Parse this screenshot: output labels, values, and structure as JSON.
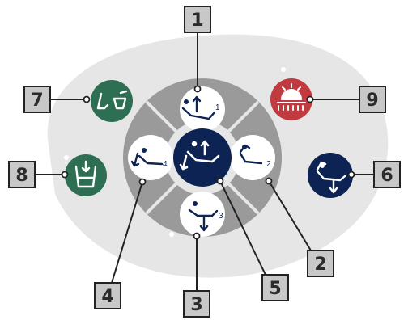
{
  "colors": {
    "panel": "#e6e6e6",
    "ring": "#9a9a9a",
    "navy": "#0c2353",
    "green": "#2e6e52",
    "red": "#c03a3f",
    "callout_box": "#c8c8c8",
    "leader": "#222222"
  },
  "buttons": [
    {
      "id": "up",
      "digit": "1",
      "icon": "chair-up-icon"
    },
    {
      "id": "back-up",
      "digit": "2",
      "icon": "backrest-up-icon"
    },
    {
      "id": "down",
      "digit": "3",
      "icon": "chair-down-icon"
    },
    {
      "id": "back-down",
      "digit": "4",
      "icon": "backrest-down-icon"
    },
    {
      "id": "memory",
      "icon": "chair-memory-icon"
    },
    {
      "id": "back-lower",
      "icon": "backrest-lower-icon"
    },
    {
      "id": "spittoon",
      "icon": "spittoon-position-icon"
    },
    {
      "id": "cup-fill",
      "icon": "cup-fill-icon"
    },
    {
      "id": "light",
      "icon": "operating-light-icon"
    }
  ],
  "callouts": [
    "1",
    "2",
    "3",
    "4",
    "5",
    "6",
    "7",
    "8",
    "9"
  ]
}
